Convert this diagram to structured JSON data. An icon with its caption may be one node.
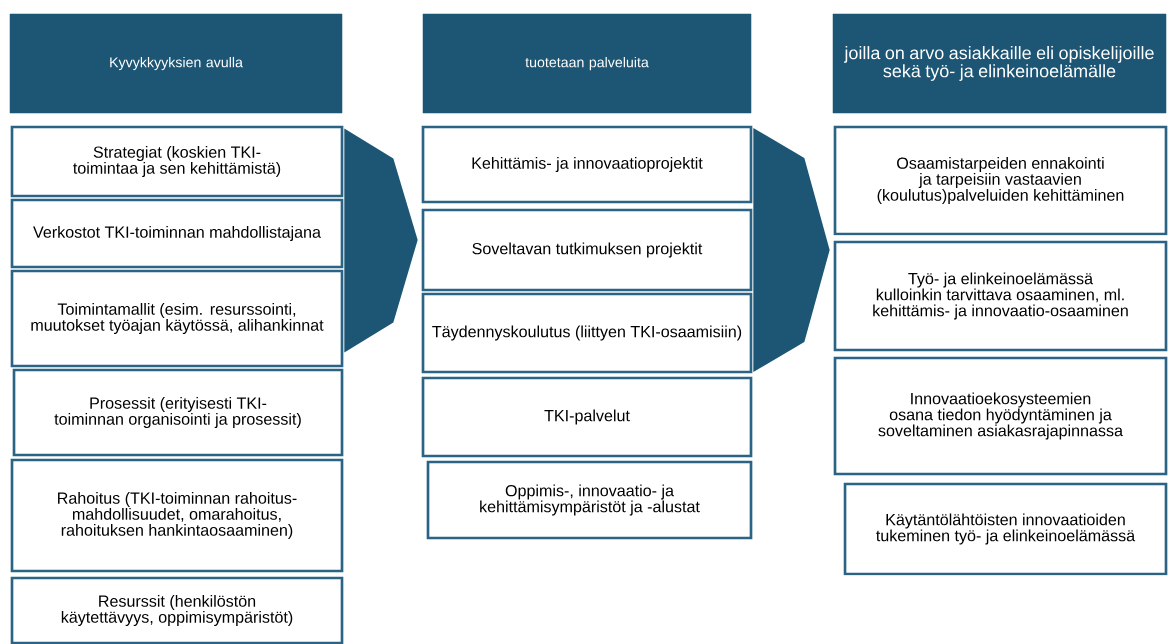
{
  "diagram": {
    "nodes": [
      {
        "text": [
          "Kyvykkyyksien avulla"
        ]
      },
      {
        "text": [
          "Strategiat (koskien TKI-toimintaa ja sen kehittämistä)"
        ]
      },
      {
        "text": [
          "Verkostot TKI-toiminnan mahdollistajana"
        ]
      },
      {
        "text": [
          "Toimintamallit (esim. resurssointi, muutokset työajan käytössä, alihankinnat"
        ]
      },
      {
        "text": [
          "Prosessit (erityisesti TKI-toiminnan organisointi ja prosessit)"
        ]
      },
      {
        "text": [
          "Rahoitus (TKI-toiminnan rahoitus-mahdollisuudet, omarahoitus, rahoituksen hankintaosaaminen)"
        ]
      },
      {
        "text": [
          "Resurssit (henkilöstön käytettävyys, oppimisympäristöt)"
        ]
      },
      {
        "text": [
          "tuotetaan palveluita"
        ]
      },
      {
        "text": [
          "Kehittämis- ja innovaatioprojektit"
        ]
      },
      {
        "text": [
          "Soveltavan tutkimuksen projektit"
        ]
      },
      {
        "text": [
          "Täydennyskoulutus (liittyen TKI-osaamisiin)"
        ]
      },
      {
        "text": [
          "TKI-palvelut"
        ]
      },
      {
        "text": [
          "Oppimis-, innovaatio- ja kehittämisympäristöt ja -alustat"
        ]
      },
      {
        "text": [
          "joilla on arvo asiakkaille eli opiskelijoille sekä työ- ja elinkeinoelämälle"
        ]
      },
      {
        "text": [
          "Osaamistarpeiden ennakointi ja tarpeisiin vastaavien (koulutus)palveluiden kehittäminen"
        ]
      },
      {
        "text": [
          "Työ- ja elinkeinoelämässä kulloinkin tarvittava osaaminen, ml. kehittämis- ja innovaatio-osaaminen"
        ]
      },
      {
        "text": [
          "Innovaatioekosysteemien osana tiedon hyödyntäminen ja soveltaminen asiakasrajapinnassa"
        ]
      },
      {
        "text": [
          "Käytäntölähtöisten innovaatioiden tukeminen työ- ja elinkeinoelämässä"
        ]
      }
    ],
    "edges": [
      {
        "from": 2,
        "to": 9,
        "arrow": "to"
      },
      {
        "from": 9,
        "to": 15,
        "arrow": "to"
      }
    ]
  }
}
